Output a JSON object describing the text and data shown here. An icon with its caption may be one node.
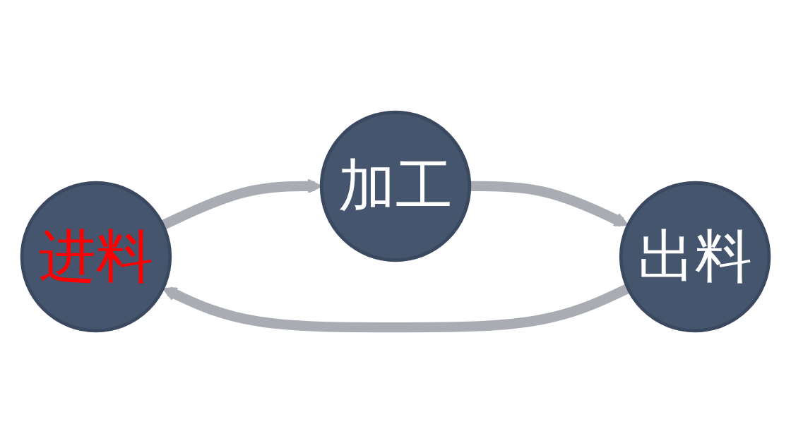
{
  "diagram": {
    "nodes": [
      {
        "text": [
          "进料"
        ]
      },
      {
        "text": [
          "加工"
        ]
      },
      {
        "text": [
          "出料"
        ]
      }
    ],
    "edges": [
      {
        "from": 0,
        "to": 1,
        "arrow": "to"
      },
      {
        "from": 1,
        "to": 2,
        "arrow": "to"
      },
      {
        "from": 2,
        "to": 0,
        "arrow": "to"
      }
    ]
  }
}
